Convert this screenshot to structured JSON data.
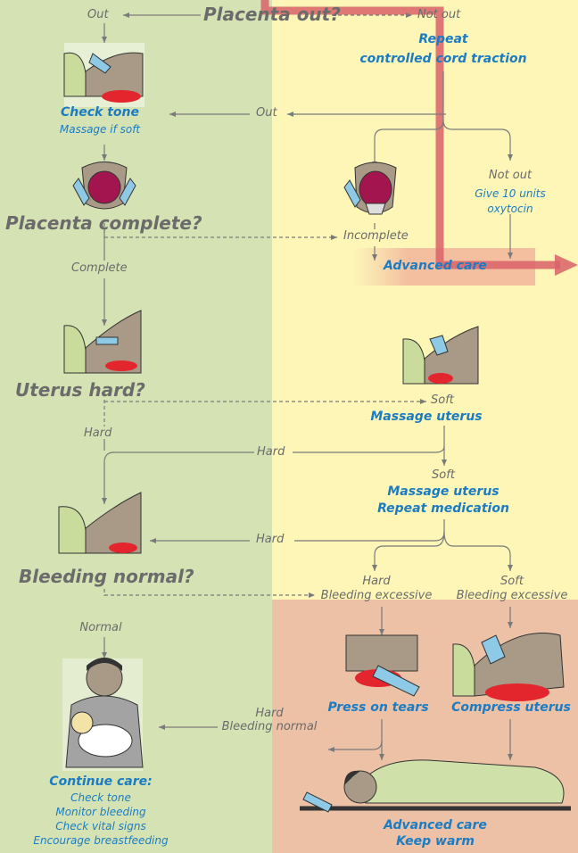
{
  "colors": {
    "left_bg": "#d5e3b4",
    "right_bg": "#fdf6b7",
    "danger_bg": "#ecc1a6",
    "action_blue": "#1b7cc3",
    "question_gray": "#6b6b6b",
    "advanced_pathway_red": "#d9616a"
  },
  "icons": {
    "hand_on_abdomen": "hand-on-abdomen-icon",
    "placenta_inspect": "placenta-inspection-icon",
    "mother_breastfeeding": "mother-breastfeeding-icon",
    "press_tears": "press-tears-icon",
    "compress_uterus": "compress-uterus-icon",
    "patient_stretcher": "patient-on-stretcher-icon"
  },
  "flow": {
    "placenta_out_q": "Placenta out?",
    "out_1": "Out",
    "not_out_1": "Not out",
    "repeat_1": "Repeat",
    "repeat_2": "controlled cord traction",
    "check_tone": "Check tone",
    "massage_if_soft": "Massage if soft",
    "out_2": "Out",
    "not_out_2": "Not out",
    "give_1": "Give 10 units",
    "give_2": "oxytocin",
    "placenta_complete_q": "Placenta complete?",
    "incomplete": "Incomplete",
    "advanced_care_1": "Advanced care",
    "complete": "Complete",
    "uterus_hard_q": "Uterus hard?",
    "soft_1": "Soft",
    "massage_uterus_1": "Massage uterus",
    "hard_1": "Hard",
    "hard_2": "Hard",
    "soft_2": "Soft",
    "massage_uterus_2": "Massage uterus",
    "repeat_medication": "Repeat medication",
    "hard_3": "Hard",
    "bleeding_normal_q": "Bleeding normal?",
    "hard_4": "Hard",
    "soft_3": "Soft",
    "bleeding_excessive_1": "Bleeding excessive",
    "bleeding_excessive_2": "Bleeding excessive",
    "normal": "Normal",
    "press_on_tears": "Press on tears",
    "compress_uterus": "Compress uterus",
    "hard_5": "Hard",
    "bleeding_normal": "Bleeding normal",
    "continue_care": "Continue care:",
    "cc_1": "Check tone",
    "cc_2": "Monitor bleeding",
    "cc_3": "Check vital signs",
    "cc_4": "Encourage breastfeeding",
    "advanced_care_2": "Advanced care",
    "keep_warm": "Keep warm"
  }
}
